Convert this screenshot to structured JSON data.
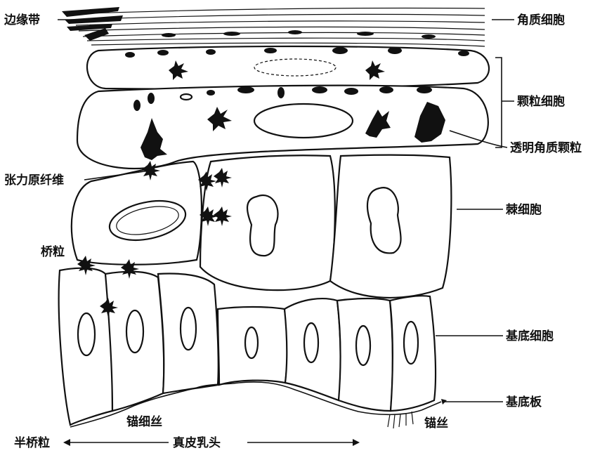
{
  "labels": {
    "bianyuandai": "边缘带",
    "jiaozhi": "角质细胞",
    "keli": "颗粒细胞",
    "touming": "透明角质颗粒",
    "zhangli": "张力原纤维",
    "ji": "棘细胞",
    "qiaoli": "桥粒",
    "jidi": "基底细胞",
    "jidiban": "基底板",
    "maoxisi": "锚细丝",
    "maosi": "锚丝",
    "banqiaoli": "半桥粒",
    "zhenpi": "真皮乳头"
  }
}
